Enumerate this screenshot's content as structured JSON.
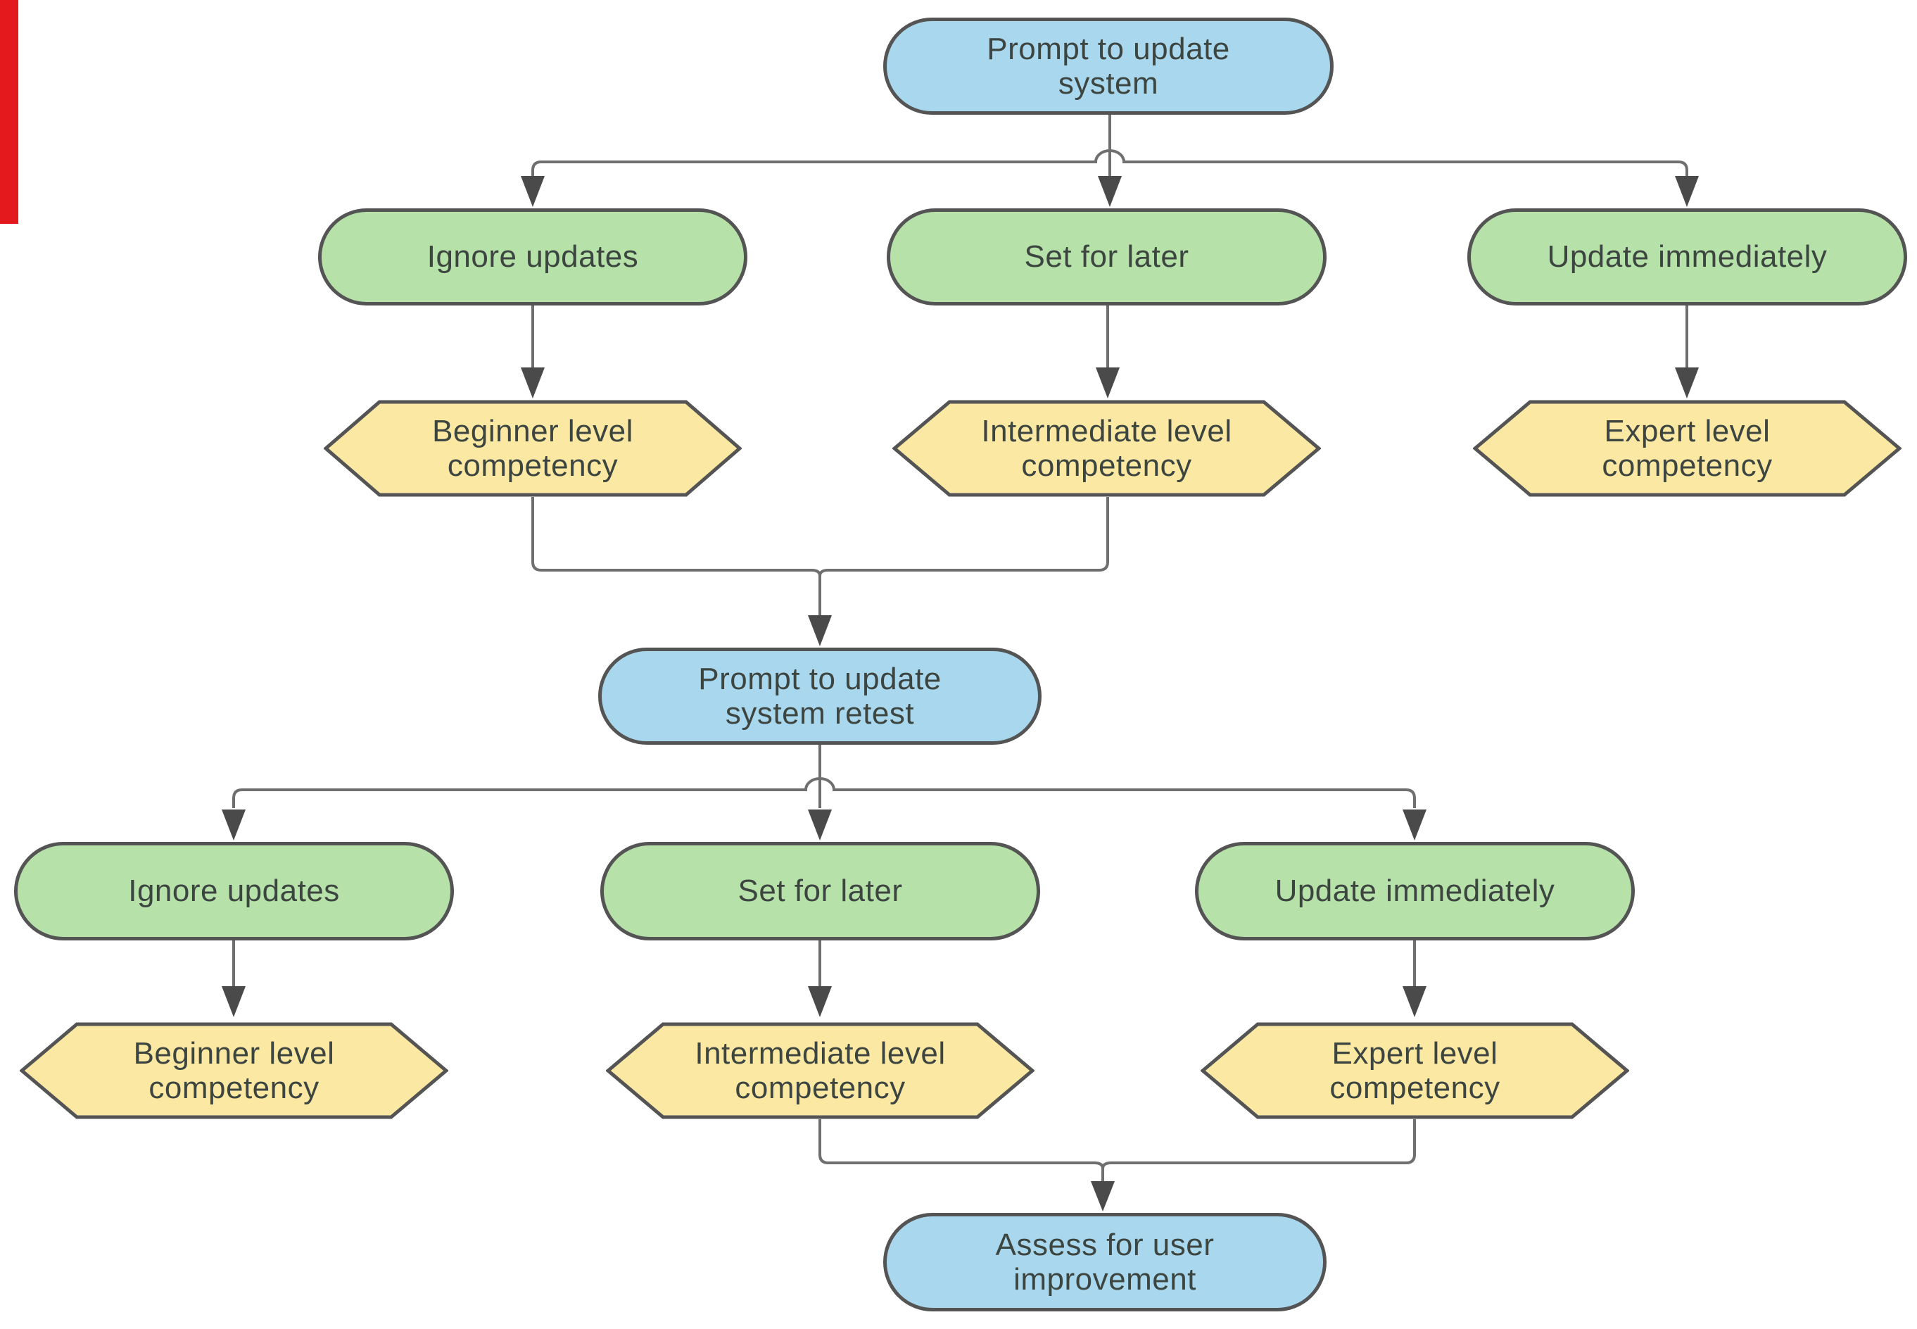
{
  "diagram": {
    "type": "flowchart",
    "background": "#ffffff",
    "palette": {
      "terminator_fill": "#a9d8ee",
      "option_fill": "#b6e2aa",
      "competency_fill": "#fbe8a3",
      "shape_border": "#545454",
      "connector_line": "#6f6f6f",
      "arrowhead": "#4a4a4a",
      "text": "#3d4540",
      "left_edge_bar": "#e3191e"
    },
    "nodes": {
      "start": {
        "label": "Prompt to update\nsystem",
        "shape": "rounded",
        "color": "blue"
      },
      "r1_ignore": {
        "label": "Ignore updates",
        "shape": "rounded",
        "color": "green"
      },
      "r1_later": {
        "label": "Set for later",
        "shape": "rounded",
        "color": "green"
      },
      "r1_update": {
        "label": "Update immediately",
        "shape": "rounded",
        "color": "green"
      },
      "r1_beginner": {
        "label": "Beginner level\ncompetency",
        "shape": "hexagon",
        "color": "yellow"
      },
      "r1_intermediate": {
        "label": "Intermediate level\ncompetency",
        "shape": "hexagon",
        "color": "yellow"
      },
      "r1_expert": {
        "label": "Expert level\ncompetency",
        "shape": "hexagon",
        "color": "yellow"
      },
      "retest": {
        "label": "Prompt to update\nsystem retest",
        "shape": "rounded",
        "color": "blue"
      },
      "r2_ignore": {
        "label": "Ignore updates",
        "shape": "rounded",
        "color": "green"
      },
      "r2_later": {
        "label": "Set for later",
        "shape": "rounded",
        "color": "green"
      },
      "r2_update": {
        "label": "Update immediately",
        "shape": "rounded",
        "color": "green"
      },
      "r2_beginner": {
        "label": "Beginner level\ncompetency",
        "shape": "hexagon",
        "color": "yellow"
      },
      "r2_intermediate": {
        "label": "Intermediate level\ncompetency",
        "shape": "hexagon",
        "color": "yellow"
      },
      "r2_expert": {
        "label": "Expert level\ncompetency",
        "shape": "hexagon",
        "color": "yellow"
      },
      "assess": {
        "label": "Assess for user\nimprovement",
        "shape": "rounded",
        "color": "blue"
      }
    },
    "edges": [
      {
        "from": "start",
        "to": "r1_ignore"
      },
      {
        "from": "start",
        "to": "r1_later"
      },
      {
        "from": "start",
        "to": "r1_update"
      },
      {
        "from": "r1_ignore",
        "to": "r1_beginner"
      },
      {
        "from": "r1_later",
        "to": "r1_intermediate"
      },
      {
        "from": "r1_update",
        "to": "r1_expert"
      },
      {
        "from": "r1_beginner",
        "to": "retest"
      },
      {
        "from": "r1_intermediate",
        "to": "retest"
      },
      {
        "from": "retest",
        "to": "r2_ignore"
      },
      {
        "from": "retest",
        "to": "r2_later"
      },
      {
        "from": "retest",
        "to": "r2_update"
      },
      {
        "from": "r2_ignore",
        "to": "r2_beginner"
      },
      {
        "from": "r2_later",
        "to": "r2_intermediate"
      },
      {
        "from": "r2_update",
        "to": "r2_expert"
      },
      {
        "from": "r2_intermediate",
        "to": "assess"
      },
      {
        "from": "r2_expert",
        "to": "assess"
      }
    ]
  }
}
